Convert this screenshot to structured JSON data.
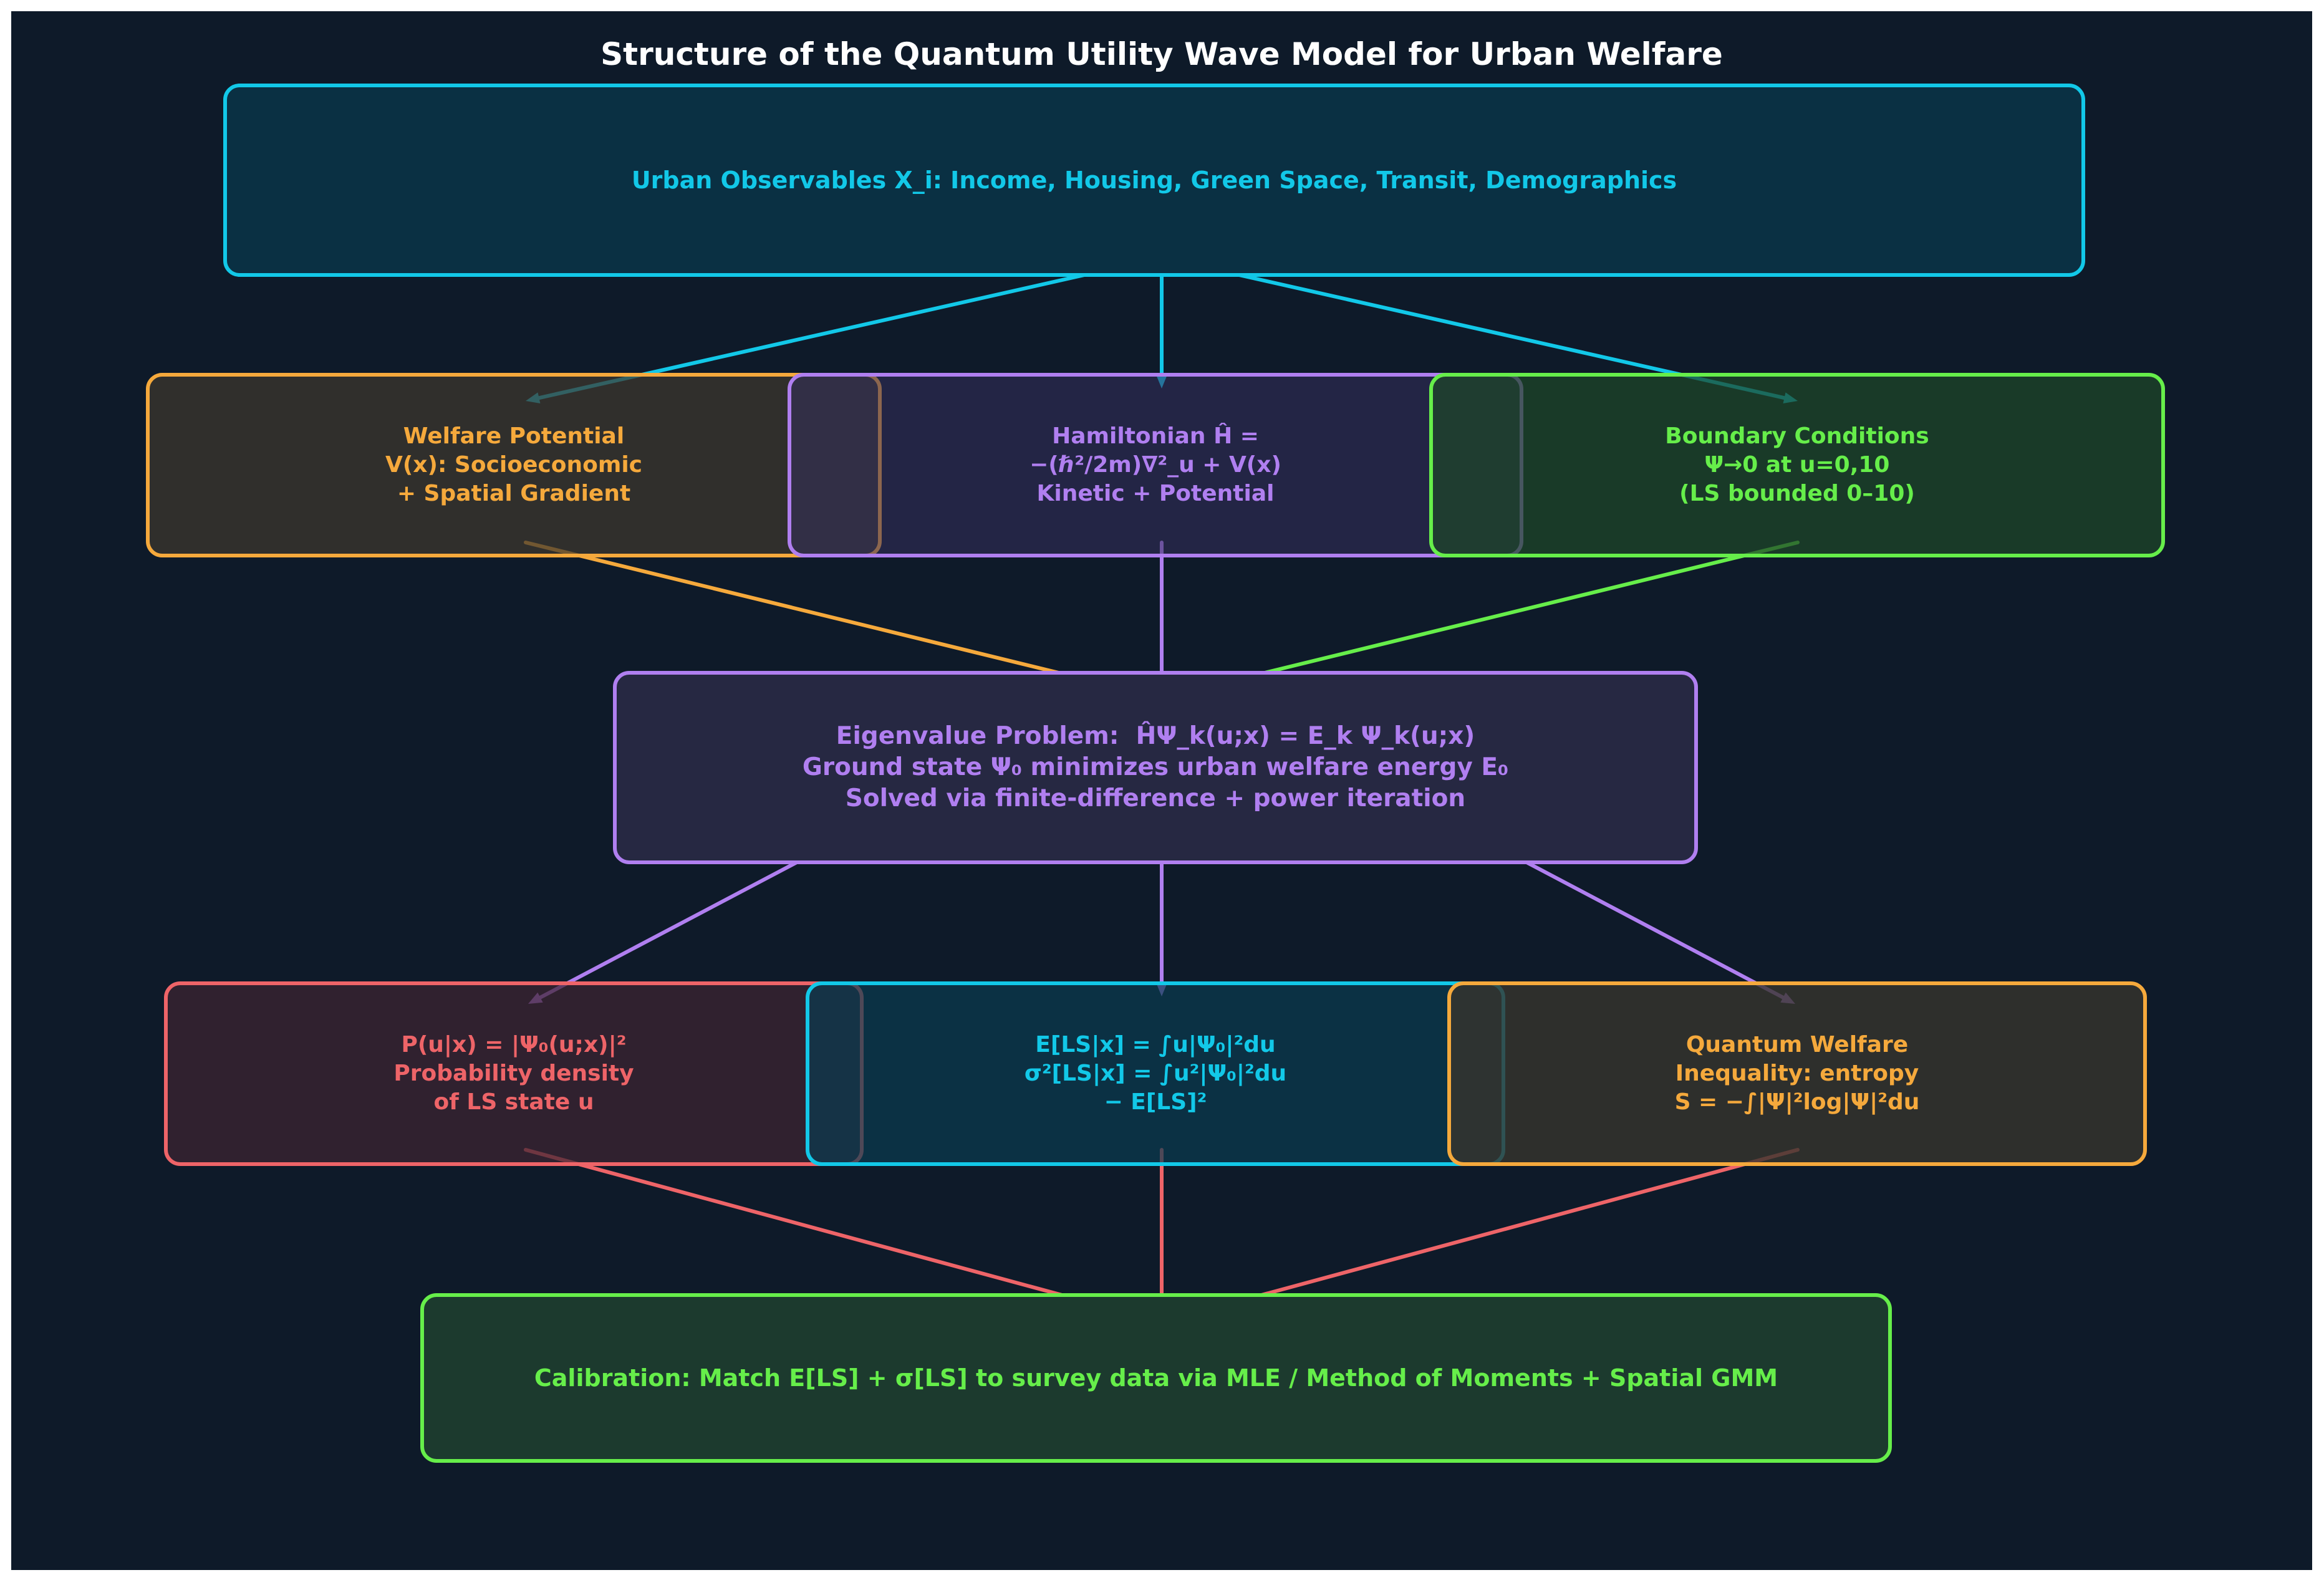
{
  "title": "Structure of the Quantum Utility Wave Model for Urban Welfare",
  "colors": {
    "background": "#0e1a29",
    "cyan": "#12c8e8",
    "orange": "#f5a93c",
    "purple": "#b07ff0",
    "green": "#66ee4a",
    "red": "#ee6468"
  },
  "nodes": {
    "observables": {
      "text": "Urban Observables X_i: Income, Housing, Green Space, Transit, Demographics"
    },
    "welfare_potential": {
      "text": "Welfare Potential\nV(x): Socioeconomic\n+ Spatial Gradient"
    },
    "hamiltonian": {
      "text": "Hamiltonian Ĥ =\n−(ℏ²/2m)∇²_u + V(x)\nKinetic + Potential"
    },
    "boundary": {
      "text": "Boundary Conditions\nΨ→0 at u=0,10\n(LS bounded 0–10)"
    },
    "eigenvalue": {
      "text": "Eigenvalue Problem:  ĤΨ_k(u;x) = E_k Ψ_k(u;x)\nGround state Ψ₀ minimizes urban welfare energy E₀\nSolved via finite-difference + power iteration"
    },
    "probability": {
      "text": "P(u|x) = |Ψ₀(u;x)|²\nProbability density\nof LS state u"
    },
    "moments": {
      "text": "E[LS|x] = ∫u|Ψ₀|²du\nσ²[LS|x] = ∫u²|Ψ₀|²du\n− E[LS]²"
    },
    "inequality": {
      "text": "Quantum Welfare\nInequality: entropy\nS = −∫|Ψ|²log|Ψ|²du"
    },
    "calibration": {
      "text": "Calibration: Match E[LS] + σ[LS] to survey data via MLE / Method of Moments + Spatial GMM"
    }
  }
}
